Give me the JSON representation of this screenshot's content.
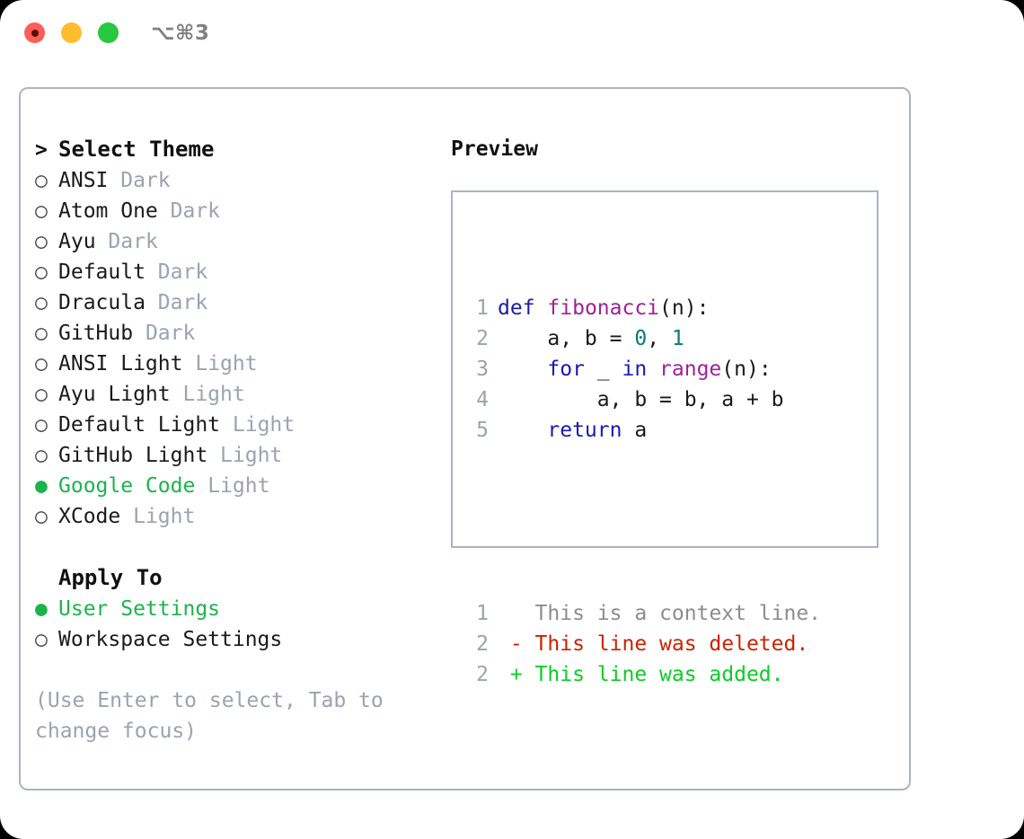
{
  "titlebar": {
    "shortcut": "⌥⌘3",
    "buttons": [
      {
        "name": "close",
        "color": "#ff5f57"
      },
      {
        "name": "minimize",
        "color": "#febc2e"
      },
      {
        "name": "maximize",
        "color": "#28c840"
      }
    ]
  },
  "theme_picker": {
    "heading": "Select Theme",
    "heading_marker": ">",
    "marker_selected": "●",
    "marker_unselected": "○",
    "items": [
      {
        "label": "ANSI",
        "variant": "Dark",
        "selected": false
      },
      {
        "label": "Atom One",
        "variant": "Dark",
        "selected": false
      },
      {
        "label": "Ayu",
        "variant": "Dark",
        "selected": false
      },
      {
        "label": "Default",
        "variant": "Dark",
        "selected": false
      },
      {
        "label": "Dracula",
        "variant": "Dark",
        "selected": false
      },
      {
        "label": "GitHub",
        "variant": "Dark",
        "selected": false
      },
      {
        "label": "ANSI Light",
        "variant": "Light",
        "selected": false
      },
      {
        "label": "Ayu Light",
        "variant": "Light",
        "selected": false
      },
      {
        "label": "Default Light",
        "variant": "Light",
        "selected": false
      },
      {
        "label": "GitHub Light",
        "variant": "Light",
        "selected": false
      },
      {
        "label": "Google Code",
        "variant": "Light",
        "selected": true
      },
      {
        "label": "XCode",
        "variant": "Light",
        "selected": false
      }
    ]
  },
  "apply_to": {
    "heading": "Apply To",
    "items": [
      {
        "label": "User Settings",
        "selected": true
      },
      {
        "label": "Workspace Settings",
        "selected": false
      }
    ]
  },
  "hint": "(Use Enter to select, Tab to change focus)",
  "preview": {
    "title": "Preview",
    "code_lines": [
      {
        "no": "1",
        "tokens": [
          {
            "t": "def",
            "c": "kw"
          },
          {
            "t": " ",
            "c": "plain"
          },
          {
            "t": "fibonacci",
            "c": "fn"
          },
          {
            "t": "(n):",
            "c": "plain"
          }
        ]
      },
      {
        "no": "2",
        "tokens": [
          {
            "t": "    a, b = ",
            "c": "plain"
          },
          {
            "t": "0",
            "c": "num"
          },
          {
            "t": ", ",
            "c": "plain"
          },
          {
            "t": "1",
            "c": "num"
          }
        ]
      },
      {
        "no": "3",
        "tokens": [
          {
            "t": "    ",
            "c": "plain"
          },
          {
            "t": "for",
            "c": "kw"
          },
          {
            "t": " _ ",
            "c": "plain"
          },
          {
            "t": "in",
            "c": "kw"
          },
          {
            "t": " ",
            "c": "plain"
          },
          {
            "t": "range",
            "c": "fn"
          },
          {
            "t": "(n):",
            "c": "plain"
          }
        ]
      },
      {
        "no": "4",
        "tokens": [
          {
            "t": "        a, b = b, a + b",
            "c": "plain"
          }
        ]
      },
      {
        "no": "5",
        "tokens": [
          {
            "t": "    ",
            "c": "plain"
          },
          {
            "t": "return",
            "c": "kw"
          },
          {
            "t": " a",
            "c": "plain"
          }
        ]
      }
    ],
    "diff_lines": [
      {
        "no": "1",
        "sign": " ",
        "text": " This is a context line.",
        "kind": "ctx"
      },
      {
        "no": "2",
        "sign": "-",
        "text": " This line was deleted.",
        "kind": "del"
      },
      {
        "no": "2",
        "sign": "+",
        "text": " This line was added.",
        "kind": "add"
      }
    ]
  },
  "colors": {
    "accent_green": "#1bb44c",
    "muted": "#9aa3b0",
    "border": "#aab4c4",
    "keyword": "#1a1ab0",
    "function": "#a0219a",
    "number": "#0b7a77",
    "diff_context": "#8d8d8d",
    "diff_deleted": "#cc2200",
    "diff_added": "#0ccc28"
  }
}
